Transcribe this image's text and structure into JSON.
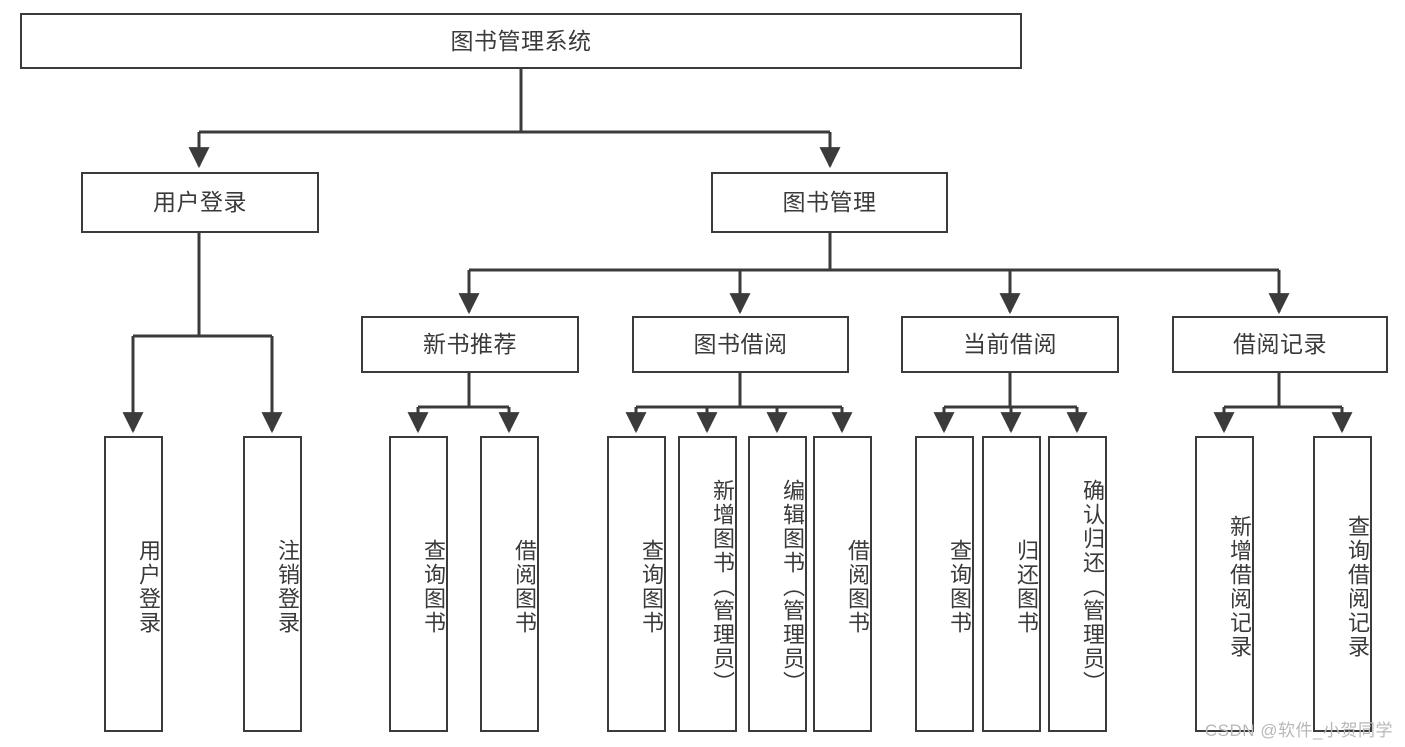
{
  "diagram": {
    "type": "hierarchy-tree",
    "title": "图书管理系统",
    "root": {
      "id": "root",
      "label": "图书管理系统"
    },
    "level2": [
      {
        "id": "user-login",
        "label": "用户登录"
      },
      {
        "id": "book-manage",
        "label": "图书管理"
      }
    ],
    "level3": [
      {
        "id": "new-book-rec",
        "label": "新书推荐",
        "parent": "book-manage"
      },
      {
        "id": "book-borrow",
        "label": "图书借阅",
        "parent": "book-manage"
      },
      {
        "id": "current-borrow",
        "label": "当前借阅",
        "parent": "book-manage"
      },
      {
        "id": "borrow-record",
        "label": "借阅记录",
        "parent": "book-manage"
      }
    ],
    "leaves": {
      "user_login": [
        {
          "id": "leaf-user-login",
          "label": "用户登录"
        },
        {
          "id": "leaf-logout-login",
          "label": "注销登录"
        }
      ],
      "new_book_rec": [
        {
          "id": "leaf-query-book-1",
          "label": "查询图书"
        },
        {
          "id": "leaf-borrow-book-1",
          "label": "借阅图书"
        }
      ],
      "book_borrow": [
        {
          "id": "leaf-query-book-2",
          "label": "查询图书"
        },
        {
          "id": "leaf-add-book",
          "label": "新增图书（管理员）"
        },
        {
          "id": "leaf-edit-book",
          "label": "编辑图书（管理员）"
        },
        {
          "id": "leaf-borrow-book-2",
          "label": "借阅图书"
        }
      ],
      "current_borrow": [
        {
          "id": "leaf-query-book-3",
          "label": "查询图书"
        },
        {
          "id": "leaf-return-book",
          "label": "归还图书"
        },
        {
          "id": "leaf-confirm-return",
          "label": "确认归还（管理员）"
        }
      ],
      "borrow_record": [
        {
          "id": "leaf-add-record",
          "label": "新增借阅记录"
        },
        {
          "id": "leaf-query-record",
          "label": "查询借阅记录"
        }
      ]
    }
  },
  "watermark": {
    "text": "CSDN @软件_小贺同学"
  },
  "colors": {
    "stroke": "#3b3b3b",
    "text": "#3a3a3a",
    "background": "#ffffff",
    "watermark": "#b8b8b8"
  }
}
